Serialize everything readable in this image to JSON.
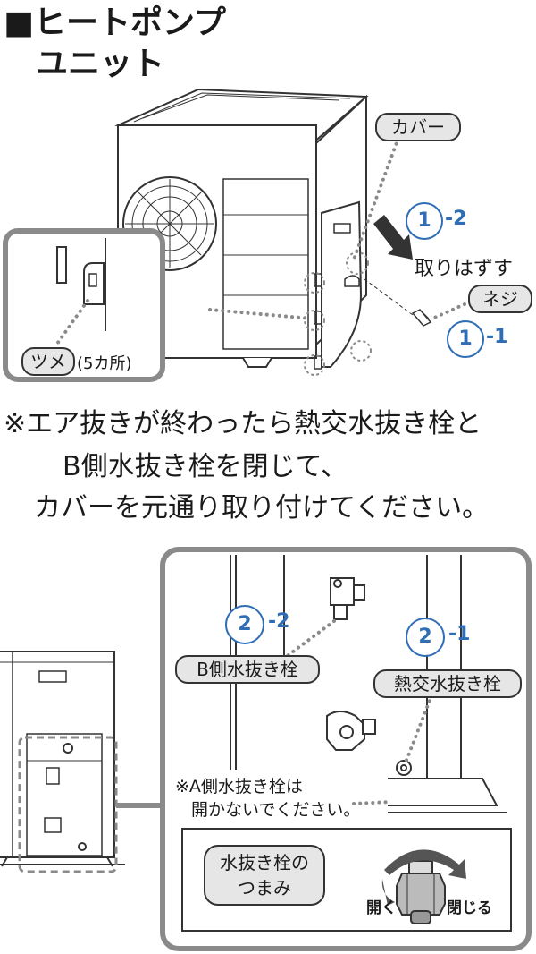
{
  "heading": {
    "marker": "■",
    "line1": "ヒートポンプ",
    "line2": "ユニット"
  },
  "top_diagram": {
    "cover_label": "カバー",
    "step_1_2": {
      "number": "1",
      "suffix": "-2"
    },
    "remove_label": "取りはずす",
    "screw_label": "ネジ",
    "step_1_1": {
      "number": "1",
      "suffix": "-1"
    },
    "tab_label": "ツメ",
    "tab_count": "(5カ所)"
  },
  "note": {
    "line1": "※エア抜きが終わったら熱交水抜き栓と",
    "line2": "B側水抜き栓を閉じて、",
    "line3": "カバーを元通り取り付けてください。"
  },
  "bottom_diagram": {
    "step_2_2": {
      "number": "2",
      "suffix": "-2"
    },
    "step_2_1": {
      "number": "2",
      "suffix": "-1"
    },
    "b_drain_label": "B側水抜き栓",
    "heat_drain_label": "熱交水抜き栓",
    "a_note_line1": "※A側水抜き栓は",
    "a_note_line2": "開かないでください。",
    "knob_label_line1": "水抜き栓の",
    "knob_label_line2": "つまみ",
    "open_label": "開く",
    "close_label": "閉じる"
  },
  "colors": {
    "accent_blue": "#2f6db5",
    "line_dark": "#333333",
    "dotted_gray": "#8a8a8a",
    "label_fill": "#e6e6e6"
  }
}
